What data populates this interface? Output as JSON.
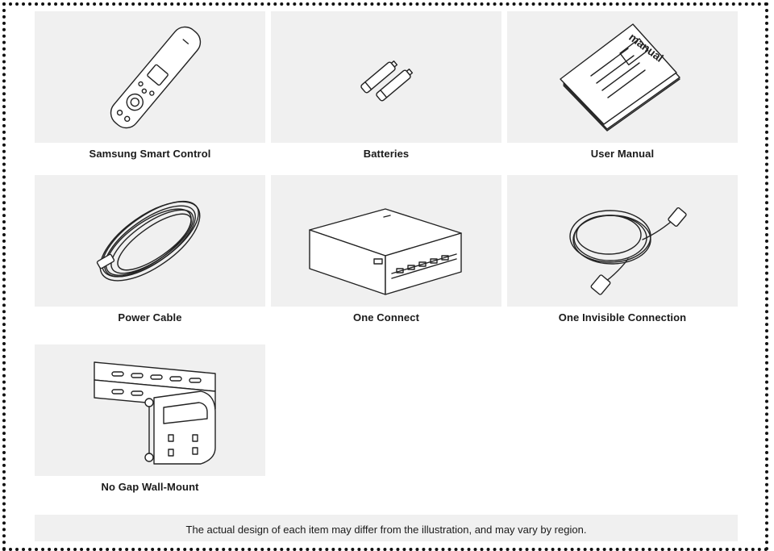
{
  "items": [
    {
      "label": "Samsung Smart Control",
      "icon": "remote-control-icon"
    },
    {
      "label": "Batteries",
      "icon": "batteries-icon"
    },
    {
      "label": "User Manual",
      "icon": "manual-icon"
    },
    {
      "label": "Power Cable",
      "icon": "power-cable-icon"
    },
    {
      "label": "One Connect",
      "icon": "one-connect-box-icon"
    },
    {
      "label": "One Invisible Connection",
      "icon": "invisible-connection-cable-icon"
    },
    {
      "label": "No Gap Wall-Mount",
      "icon": "wall-mount-icon"
    }
  ],
  "manual_text": "manual",
  "footnote": "The actual design of each item may differ from the illustration, and may vary by region."
}
